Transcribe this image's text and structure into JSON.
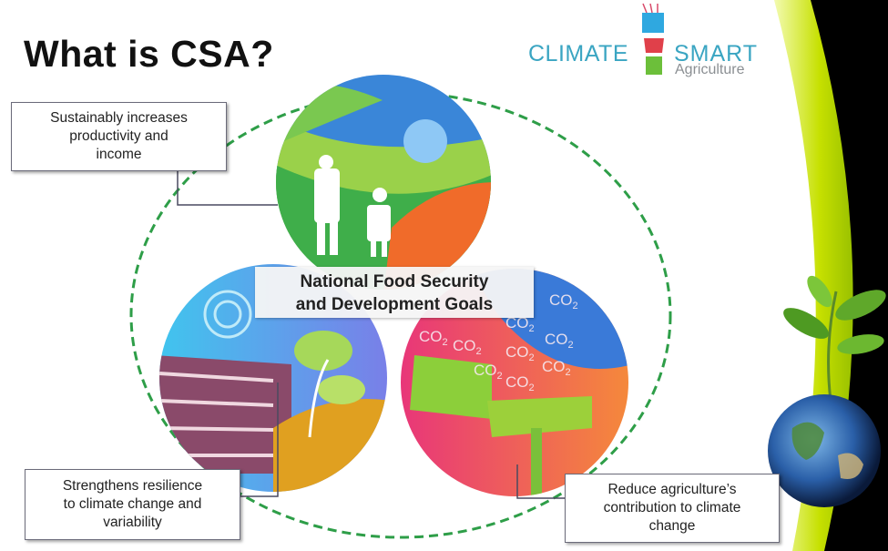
{
  "title": "What is CSA?",
  "logo": {
    "word1": "CLIMATE",
    "word2": "SMART",
    "word3": "Agriculture"
  },
  "center_label": {
    "line1": "National Food Security",
    "line2": "and Development Goals"
  },
  "callouts": {
    "productivity": {
      "line1": "Sustainably increases",
      "line2": "productivity and",
      "line3": "income"
    },
    "resilience": {
      "line1": "Strengthens resilience",
      "line2": "to climate change and",
      "line3": "variability"
    },
    "mitigation": {
      "line1": "Reduce agriculture’s",
      "line2": "contribution to climate",
      "line3": "change"
    }
  },
  "co2_label": "CO2",
  "colors": {
    "dashed_circle": "#2e9e48",
    "logo_text": "#3aa5c2",
    "accent_green": "#c6e000"
  }
}
